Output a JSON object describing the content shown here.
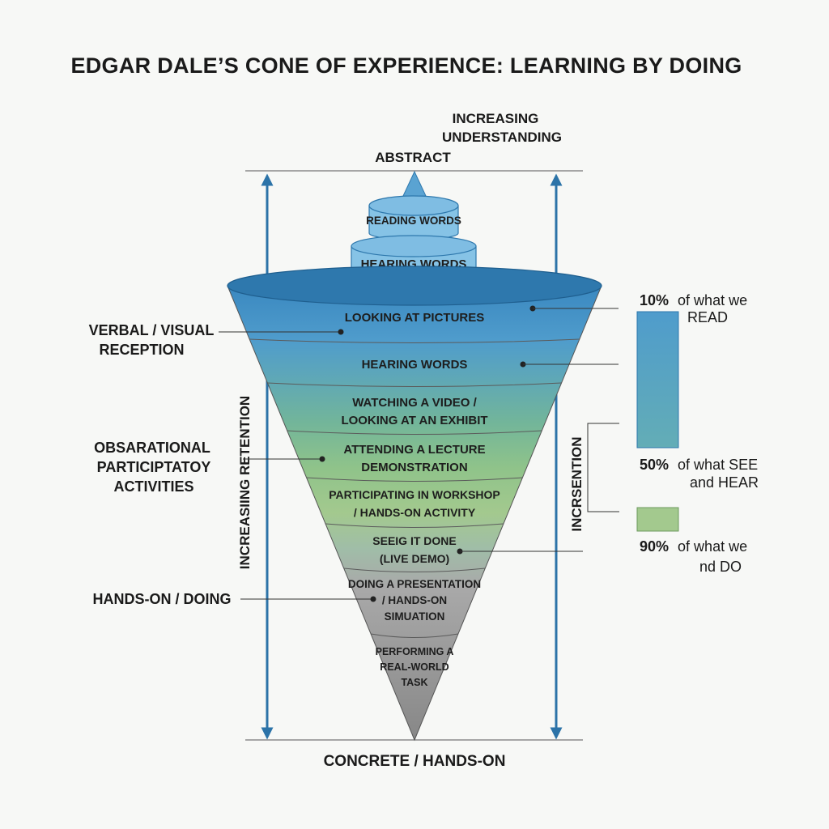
{
  "title": "EDGAR DALE’S CONE OF EXPERIENCE: LEARNING BY DOING",
  "top": {
    "increasing_line1": "INCREASING",
    "increasing_line2": "UNDERSTANDING",
    "abstract": "ABSTRACT"
  },
  "bottom": {
    "concrete": "CONCRETE / HANDS-ON"
  },
  "tiers": {
    "reading_words": "READING WORDS",
    "hearing_words_top": "HEARING WORDS"
  },
  "bands": [
    {
      "lines": [
        "LOOKING AT PICTURES"
      ]
    },
    {
      "lines": [
        "HEARING WORDS"
      ]
    },
    {
      "lines": [
        "WATCHING A VIDEO /",
        "LOOKING AT AN EXHIBIT"
      ]
    },
    {
      "lines": [
        "ATTENDING A LECTURE",
        "DEMONSTRATION"
      ]
    },
    {
      "lines": [
        "PARTICIPATING IN WORKSHOP",
        "/ HANDS-ON ACTIVITY"
      ]
    },
    {
      "lines": [
        "SEEIG IT DONE",
        "(LIVE DEMO)"
      ]
    },
    {
      "lines": [
        "DOING A PRESENTATION",
        "/ HANDS-ON",
        "SIMUATION"
      ]
    },
    {
      "lines": [
        "PERFORMING A",
        "REAL-WORLD",
        "TASK"
      ]
    }
  ],
  "left_labels": {
    "verbal_line1": "VERBAL / VISUAL",
    "verbal_line2": "RECEPTION",
    "obs_line1": "OBSARATIONAL",
    "obs_line2": "PARTICIPTATOY",
    "obs_line3": "ACTIVITIES",
    "hands_on": "HANDS-ON / DOING"
  },
  "vertical_labels": {
    "left": "INCREASIING RETENTION",
    "right": "INCRSENTION"
  },
  "retention": {
    "read_pct": "10%",
    "read_line1": "of what we",
    "read_line2": "READ",
    "see_pct": "50%",
    "see_line1": "of what SEE",
    "see_line2": "and HEAR",
    "do_pct": "90%",
    "do_line1": "of what we",
    "do_line2": "nd DO"
  },
  "colors": {
    "blue_dark": "#2e78ad",
    "blue_mid": "#4f9ccc",
    "blue_light": "#86c3e6",
    "teal": "#6fb2a6",
    "green": "#8fc48e",
    "green_light": "#a3c98e",
    "gray": "#a9a9a9",
    "gray_dark": "#8f8f8f",
    "arrow": "#2c73a8"
  }
}
